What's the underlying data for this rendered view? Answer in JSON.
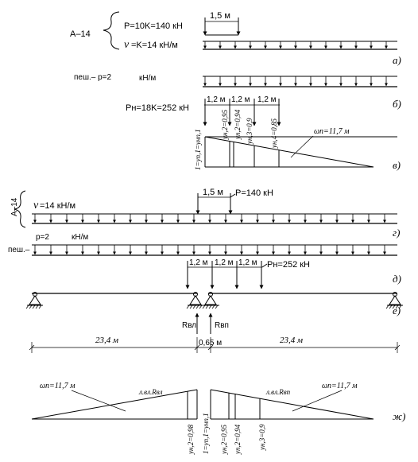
{
  "colors": {
    "ink": "#000000",
    "background": "#ffffff"
  },
  "group_a": {
    "class_label": "А–14",
    "P_formula": "P=10K=140  кН",
    "v_formula": "=K=14  кН/м",
    "nu_glyph": "ν",
    "tandem_span": "1,5 м"
  },
  "pedestrian_top": {
    "label": "пеш.– р=2",
    "unit": "кН/м"
  },
  "vehicle_top": {
    "formula": "Pн=18K=252  кН",
    "spacing": [
      "1,2  м",
      "1,2  м",
      "1,2  м"
    ]
  },
  "influence_top": {
    "ordinates": [
      "1=yп,1=yнп,1",
      "yн,2=0,95",
      "yп,2=0,94",
      "yн,3=0,9",
      "yн,4=0,85"
    ],
    "area": "ωп=11,7 м"
  },
  "group_g": {
    "class_label": "А–14",
    "nu_glyph": "ν",
    "v_label": "=14  кН/м",
    "tandem_span": "1,5  м",
    "P_label": "P=140  кН"
  },
  "pedestrian_mid": {
    "label": "р=2",
    "unit": "кН/м",
    "prefix": "пеш.–"
  },
  "vehicle_mid": {
    "spacing": [
      "1,2  м",
      "1,2  м",
      "1,2  м"
    ],
    "load": "Pн=252  кН"
  },
  "supports": {
    "left_reaction": "Rвл",
    "right_reaction": "Rвп",
    "span_left": "23,4 м",
    "gap": "0,65 м",
    "span_right": "23,4 м"
  },
  "influence_bottom": {
    "left_area": "ωп=11,7 м",
    "left_line_label": "л.вл.Rвл",
    "right_line_label": "л.вл.Rвп",
    "right_area": "ωп=11,7 м",
    "left_ordinate": "yн,2=0,98",
    "right_ordinates": [
      "1=yп,1=yнп,1",
      "yн,2=0,95",
      "yп,2=0,94",
      "yн,3=0,9"
    ]
  },
  "row_letters": [
    "а)",
    "б)",
    "в)",
    "г)",
    "д)",
    "е)",
    "ж)"
  ]
}
